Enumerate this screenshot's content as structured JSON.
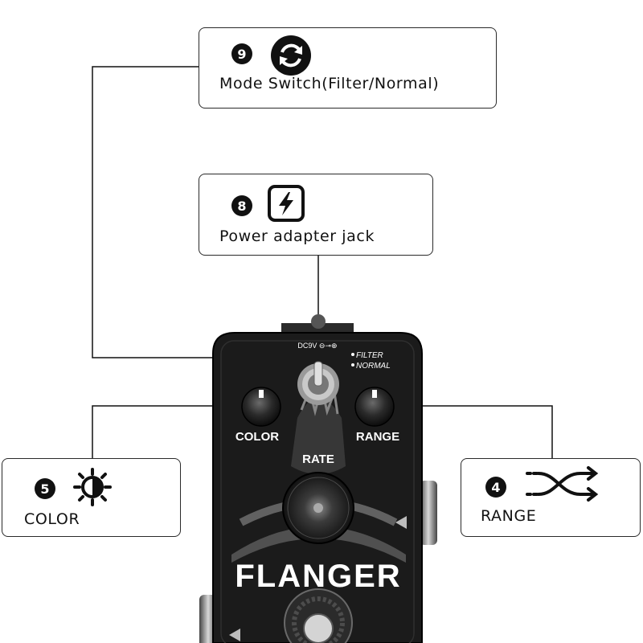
{
  "callouts": {
    "mode_switch": {
      "number": "9",
      "label": "Mode Switch(Filter/Normal)",
      "icon": "refresh-icon"
    },
    "power_jack": {
      "number": "8",
      "label": "Power adapter jack",
      "icon": "lightning-icon"
    },
    "color": {
      "number": "5",
      "label": "COLOR",
      "icon": "half-sun-icon"
    },
    "range": {
      "number": "4",
      "label": "RANGE",
      "icon": "crossing-arrows-icon"
    }
  },
  "pedal": {
    "dc_label": "DC9V ⊖⊸⊕",
    "switch_filter": "FILTER",
    "switch_normal": "NORMAL",
    "knob_color": "COLOR",
    "knob_range": "RANGE",
    "knob_rate": "RATE",
    "name": "FLANGER"
  },
  "colors": {
    "pedal_body": "#1b1b1b",
    "pedal_print": "#ffffff",
    "line": "#111111"
  }
}
